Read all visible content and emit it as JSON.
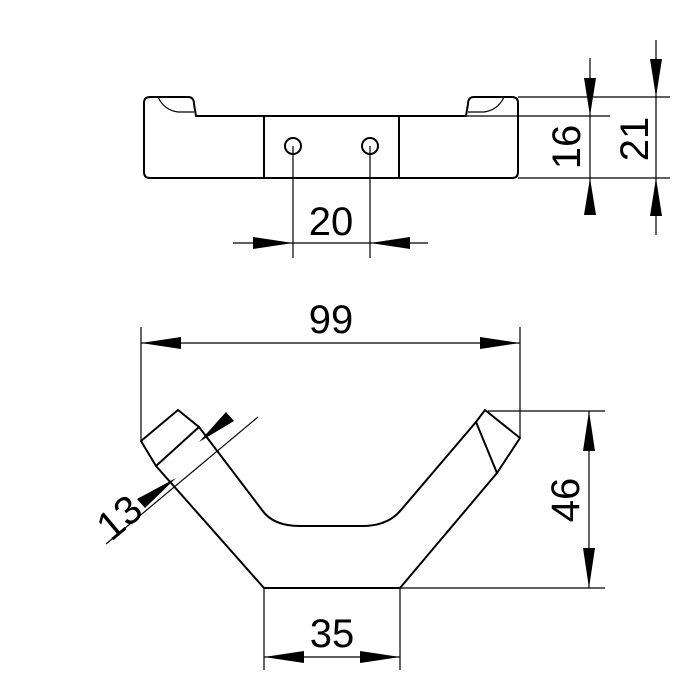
{
  "drawing": {
    "dimensions": {
      "hole_spacing": "20",
      "inner_height": "16",
      "total_height": "21",
      "overall_width": "99",
      "arm_width": "13",
      "hook_height": "46",
      "base_width": "35"
    },
    "stroke_color": "#000000",
    "background_color": "#ffffff"
  }
}
